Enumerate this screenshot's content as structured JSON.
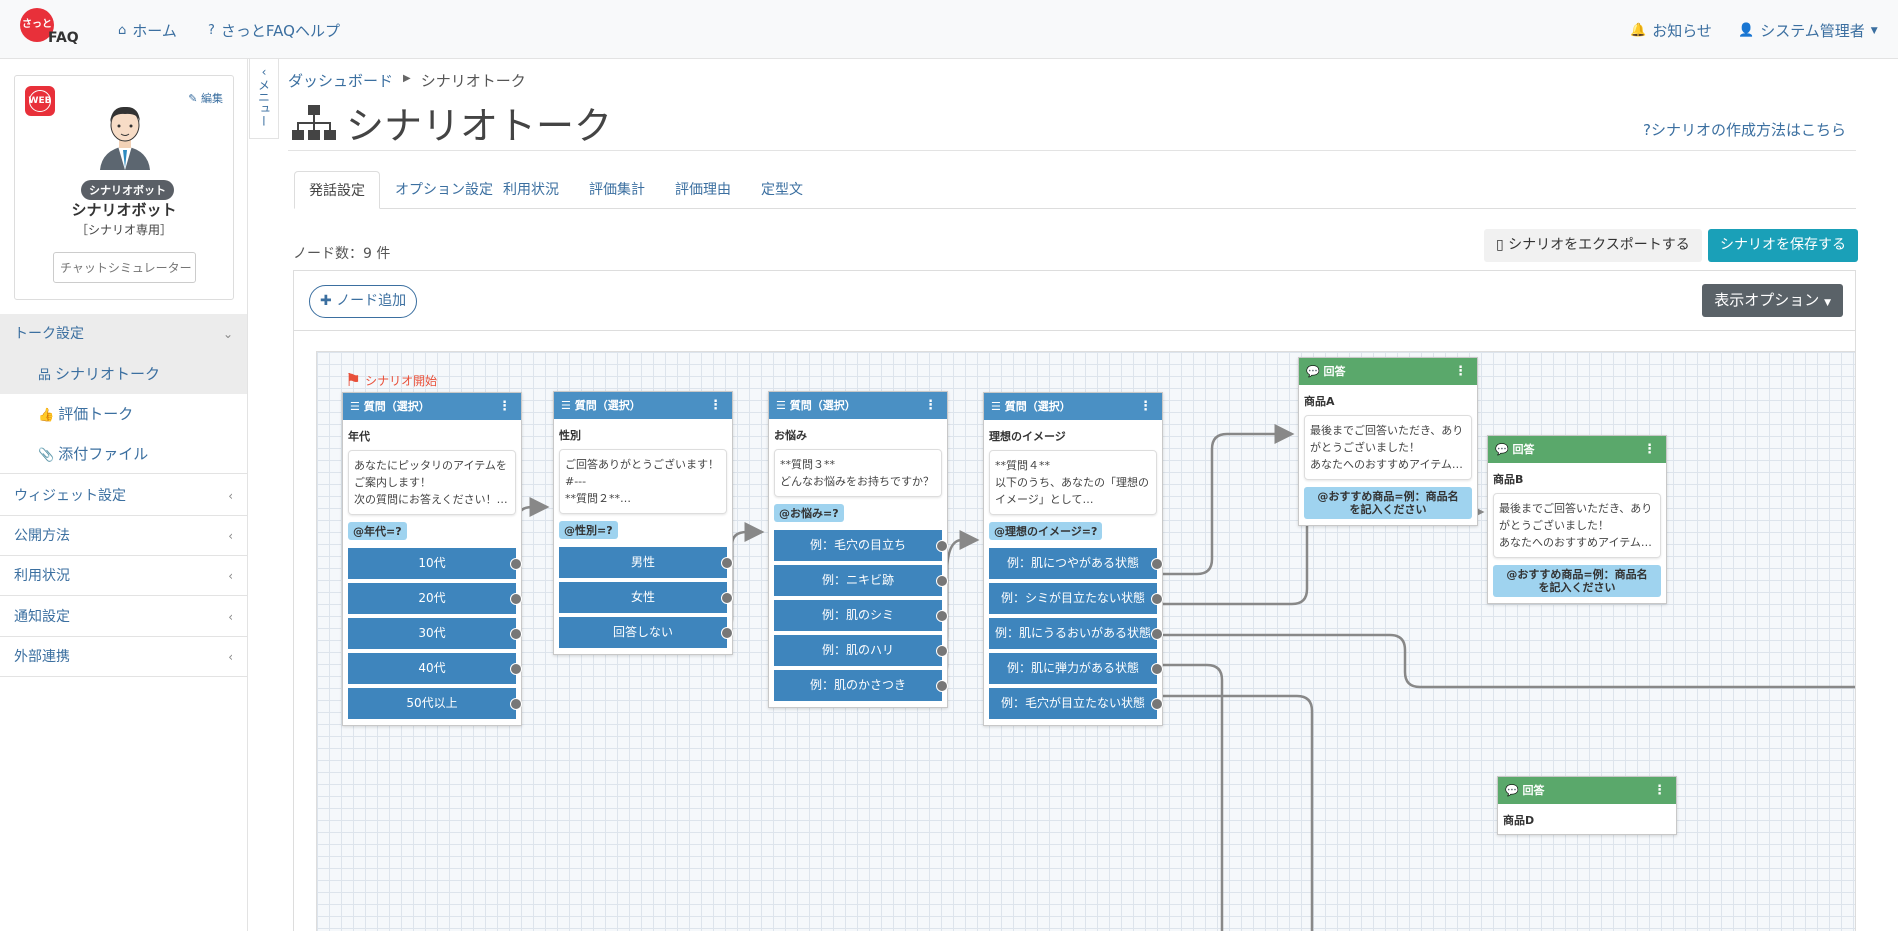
{
  "topnav": {
    "logo_mark": "さっと",
    "logo_text": "FAQ",
    "home": "ホーム",
    "help": "さっとFAQヘルプ",
    "notice": "お知らせ",
    "user": "システム管理者"
  },
  "profile": {
    "web_badge": "WEB",
    "edit": "編集",
    "badge": "シナリオボット",
    "name": "シナリオボット",
    "sub": "［シナリオ専用］",
    "simulator_placeholder": "チャットシミュレーター"
  },
  "sidebar": {
    "talk_settings": "トーク設定",
    "scenario_talk": "シナリオトーク",
    "eval_talk": "評価トーク",
    "attachments": "添付ファイル",
    "widget_settings": "ウィジェット設定",
    "publish": "公開方法",
    "usage": "利用状況",
    "notify": "通知設定",
    "external": "外部連携",
    "menu_toggle": "メニュー"
  },
  "breadcrumb": {
    "dashboard": "ダッシュボード",
    "current": "シナリオトーク"
  },
  "page": {
    "title": "シナリオトーク",
    "help_link": "シナリオの作成方法はこちら",
    "node_count": "ノード数：9 件",
    "export": "シナリオをエクスポートする",
    "save": "シナリオを保存する",
    "add_node": "ノード追加",
    "display_options": "表示オプション"
  },
  "tabs": [
    "発話設定",
    "オプション設定",
    "利用状況",
    "評価集計",
    "評価理由",
    "定型文"
  ],
  "canvas": {
    "start_label": "シナリオ開始",
    "nodes": [
      {
        "head": "質問（選択）",
        "title": "年代",
        "msg": "あなたにピッタリのアイテムを\nご案内します！\n次の質問にお答えください！…",
        "var": "@年代=?",
        "options": [
          "10代",
          "20代",
          "30代",
          "40代",
          "50代以上"
        ]
      },
      {
        "head": "質問（選択）",
        "title": "性別",
        "msg": "ご回答ありがとうございます！\n#---\n**質問２**…",
        "var": "@性別=?",
        "options": [
          "男性",
          "女性",
          "回答しない"
        ]
      },
      {
        "head": "質問（選択）",
        "title": "お悩み",
        "msg": "**質問３**\nどんなお悩みをお持ちですか？",
        "var": "@お悩み=?",
        "options": [
          "例：毛穴の目立ち",
          "例：ニキビ跡",
          "例：肌のシミ",
          "例：肌のハリ",
          "例：肌のかさつき"
        ]
      },
      {
        "head": "質問（選択）",
        "title": "理想のイメージ",
        "msg": "**質問４**\n以下のうち、あなたの「理想の\nイメージ」として…",
        "var": "@理想のイメージ=?",
        "options": [
          "例：肌につやがある状態",
          "例：シミが目立たない状態",
          "例：肌にうるおいがある状態",
          "例：肌に弾力がある状態",
          "例：毛穴が目立たない状態"
        ]
      }
    ],
    "answers": [
      {
        "head": "回答",
        "title": "商品A",
        "msg": "最後までご回答いただき、あり\nがとうございました！\nあなたへのおすすめアイテム…",
        "var": "@おすすめ商品=例：商品名\nを記入ください"
      },
      {
        "head": "回答",
        "title": "商品B",
        "msg": "最後までご回答いただき、あり\nがとうございました！\nあなたへのおすすめアイテム…",
        "var": "@おすすめ商品=例：商品名\nを記入ください"
      },
      {
        "head": "回答",
        "title": "商品D"
      }
    ]
  },
  "colors": {
    "link": "#3b6fa0",
    "node_head": "#4a90c4",
    "answer_head": "#5aa86b",
    "save_button": "#1aa0b8",
    "logo_red": "#e8303a"
  },
  "icons": [
    "home-icon",
    "question-circle-icon",
    "bell-icon",
    "user-icon",
    "pencil-icon",
    "sitemap-icon",
    "thumbs-up-icon",
    "paperclip-icon",
    "chevron-icon",
    "file-icon",
    "plus-icon",
    "flag-icon",
    "list-icon",
    "comment-icon",
    "kebab-icon"
  ]
}
